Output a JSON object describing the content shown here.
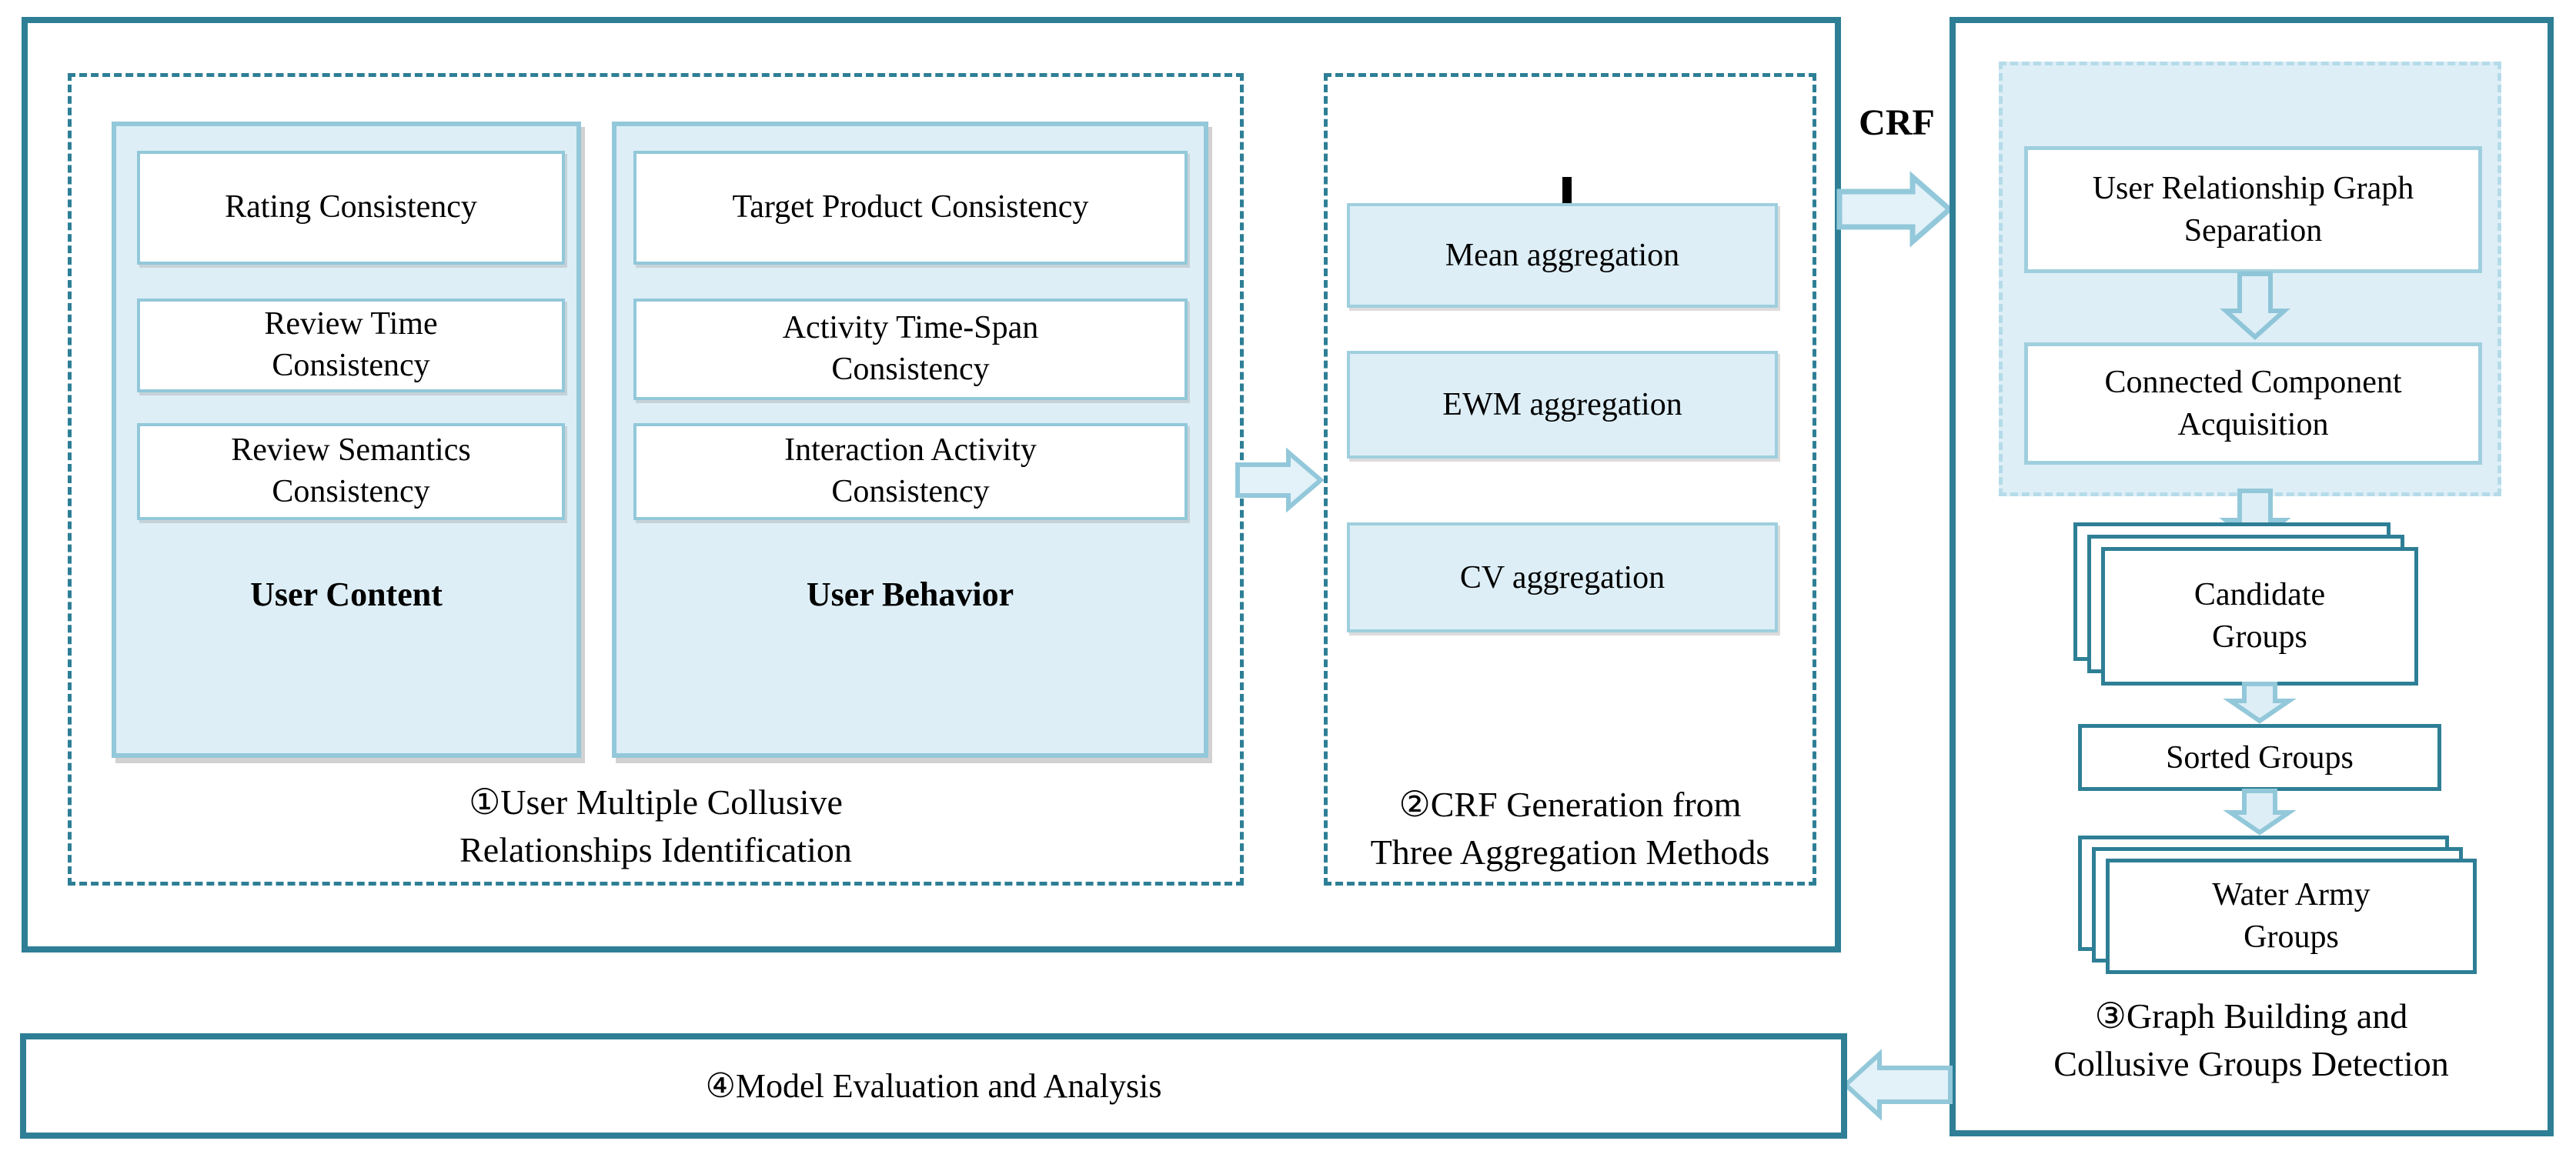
{
  "palette": {
    "teal_border": "#2e7f96",
    "light_blue_fill": "#ddeef6",
    "light_blue_border": "#92c8da",
    "pale_dashed_border": "#b5dbe9",
    "arrow_fill": "#e3f1f8",
    "text": "#000000"
  },
  "module1": {
    "caption": [
      "①User Multiple Collusive",
      "Relationships Identification"
    ],
    "user_content": {
      "title": "User Content",
      "items": {
        "rating": "Rating Consistency",
        "review_time": [
          "Review Time",
          "Consistency"
        ],
        "review_semantics": [
          "Review Semantics",
          "Consistency"
        ]
      }
    },
    "user_behavior": {
      "title": "User Behavior",
      "items": {
        "target_product": "Target Product Consistency",
        "activity_time_span": [
          "Activity Time-Span",
          "Consistency"
        ],
        "interaction_activity": [
          "Interaction Activity",
          "Consistency"
        ]
      }
    }
  },
  "module2": {
    "caption": [
      "②CRF Generation from",
      "Three Aggregation Methods"
    ],
    "methods": {
      "mean": "Mean aggregation",
      "ewm": "EWM aggregation",
      "cv": "CV aggregation"
    }
  },
  "crf_arrow_label": "CRF",
  "module3": {
    "caption": [
      "③Graph Building and",
      "Collusive Groups Detection"
    ],
    "steps": {
      "graph_separation": [
        "User Relationship Graph",
        "Separation"
      ],
      "connected_component": [
        "Connected Component",
        "Acquisition"
      ],
      "candidate_groups": [
        "Candidate",
        "Groups"
      ],
      "sorted_groups": "Sorted Groups",
      "water_army_groups": [
        "Water Army",
        "Groups"
      ]
    }
  },
  "module4": {
    "label": "④Model Evaluation and Analysis"
  }
}
